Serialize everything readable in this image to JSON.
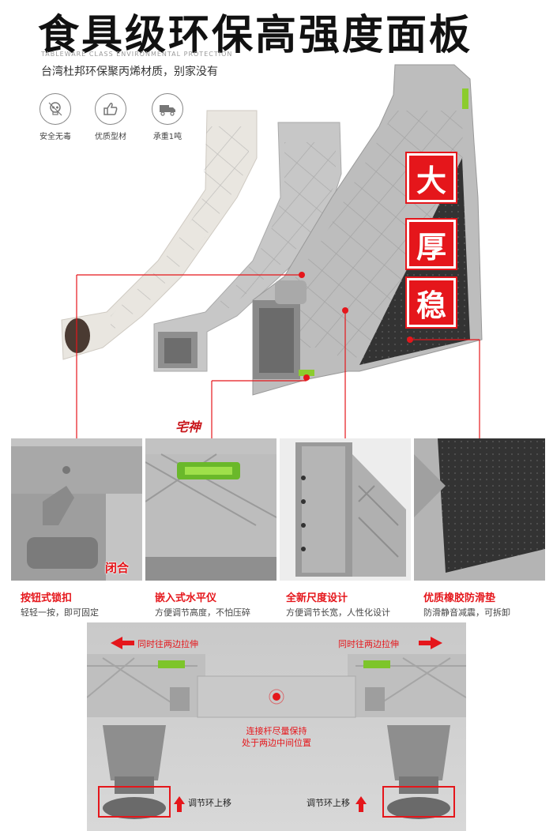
{
  "header": {
    "title": "食具级环保高强度面板",
    "subtitle_en": "TABLEWARE CLASS ENVIRONMENTAL PROTECTION",
    "subtitle": "台湾杜邦环保聚丙烯材质，别家没有"
  },
  "features": [
    {
      "label": "安全无毒",
      "icon": "skull-icon"
    },
    {
      "label": "优质型材",
      "icon": "thumbs-up-icon"
    },
    {
      "label": "承重1吨",
      "icon": "truck-icon"
    }
  ],
  "badges": [
    "大",
    "厚",
    "稳"
  ],
  "watermark": "宅神",
  "panels": [
    {
      "title": "按钮式锁扣",
      "desc": "轻轻一按，即可固定"
    },
    {
      "title": "嵌入式水平仪",
      "desc": "方便调节高度，不怕压碎"
    },
    {
      "title": "全新尺度设计",
      "desc": "方便调节长宽，人性化设计"
    },
    {
      "title": "优质橡胶防滑垫",
      "desc": "防滑静音减震，可拆卸"
    }
  ],
  "panel_overlay": "闭合",
  "bottom": {
    "left_arrow": "同时往两边拉伸",
    "right_arrow": "同时往两边拉伸",
    "center_note_line1": "连接杆尽量保持",
    "center_note_line2": "处于两边中间位置",
    "left_adjust": "调节环上移",
    "right_adjust": "调节环上移"
  },
  "colors": {
    "accent": "#e5161b",
    "product_gray": "#b9b9b9",
    "dark_pad": "#3a3a3a"
  }
}
